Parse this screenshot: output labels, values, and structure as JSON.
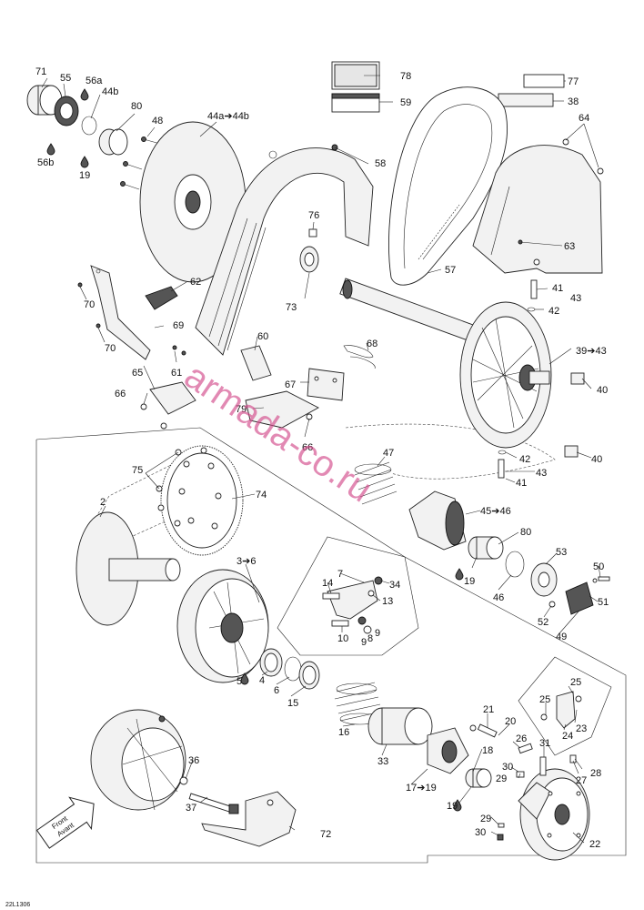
{
  "figure_code": "22L1306",
  "watermark": "armada-co.ru",
  "direction_label": {
    "line1": "Front",
    "line2": "Avant"
  },
  "decal_78_text": "",
  "decal_59_text": "",
  "decal_77_text": "",
  "callouts": [
    {
      "id": "c71",
      "text": "71"
    },
    {
      "id": "c55",
      "text": "55"
    },
    {
      "id": "c56a",
      "text": "56a"
    },
    {
      "id": "c44b",
      "text": "44b"
    },
    {
      "id": "c80a",
      "text": "80"
    },
    {
      "id": "c48",
      "text": "48"
    },
    {
      "id": "c44a",
      "text": "44a➔44b"
    },
    {
      "id": "c56b",
      "text": "56b"
    },
    {
      "id": "c19a",
      "text": "19"
    },
    {
      "id": "c78",
      "text": "78"
    },
    {
      "id": "c59",
      "text": "59"
    },
    {
      "id": "c77",
      "text": "77"
    },
    {
      "id": "c38",
      "text": "38"
    },
    {
      "id": "c64",
      "text": "64"
    },
    {
      "id": "c58",
      "text": "58"
    },
    {
      "id": "c76",
      "text": "76"
    },
    {
      "id": "c63",
      "text": "63"
    },
    {
      "id": "c57",
      "text": "57"
    },
    {
      "id": "c62",
      "text": "62"
    },
    {
      "id": "c70a",
      "text": "70"
    },
    {
      "id": "c73",
      "text": "73"
    },
    {
      "id": "c41a",
      "text": "41"
    },
    {
      "id": "c43a",
      "text": "43"
    },
    {
      "id": "c42a",
      "text": "42"
    },
    {
      "id": "c69",
      "text": "69"
    },
    {
      "id": "c70b",
      "text": "70"
    },
    {
      "id": "c60",
      "text": "60"
    },
    {
      "id": "c68",
      "text": "68"
    },
    {
      "id": "c65",
      "text": "65"
    },
    {
      "id": "c61",
      "text": "61"
    },
    {
      "id": "c39",
      "text": "39➔43"
    },
    {
      "id": "c67",
      "text": "67"
    },
    {
      "id": "c66a",
      "text": "66"
    },
    {
      "id": "c79",
      "text": "79"
    },
    {
      "id": "c40a",
      "text": "40"
    },
    {
      "id": "c66b",
      "text": "66"
    },
    {
      "id": "c47",
      "text": "47"
    },
    {
      "id": "c42b",
      "text": "42"
    },
    {
      "id": "c40b",
      "text": "40"
    },
    {
      "id": "c75",
      "text": "75"
    },
    {
      "id": "c43b",
      "text": "43"
    },
    {
      "id": "c41b",
      "text": "41"
    },
    {
      "id": "c74",
      "text": "74"
    },
    {
      "id": "c2",
      "text": "2"
    },
    {
      "id": "c45",
      "text": "45➔46"
    },
    {
      "id": "c80b",
      "text": "80"
    },
    {
      "id": "c53",
      "text": "53"
    },
    {
      "id": "c36",
      "text": "3➔6"
    },
    {
      "id": "c7",
      "text": "7"
    },
    {
      "id": "c14",
      "text": "14"
    },
    {
      "id": "c34",
      "text": "34"
    },
    {
      "id": "c13",
      "text": "13"
    },
    {
      "id": "c19b",
      "text": "19"
    },
    {
      "id": "c46",
      "text": "46"
    },
    {
      "id": "c50",
      "text": "50"
    },
    {
      "id": "c51",
      "text": "51"
    },
    {
      "id": "c52",
      "text": "52"
    },
    {
      "id": "c49",
      "text": "49"
    },
    {
      "id": "c10",
      "text": "10"
    },
    {
      "id": "c9a",
      "text": "9"
    },
    {
      "id": "c8",
      "text": "8"
    },
    {
      "id": "c9b",
      "text": "9"
    },
    {
      "id": "c5",
      "text": "5"
    },
    {
      "id": "c4",
      "text": "4"
    },
    {
      "id": "c6",
      "text": "6"
    },
    {
      "id": "c15",
      "text": "15"
    },
    {
      "id": "c25a",
      "text": "25"
    },
    {
      "id": "c25b",
      "text": "25"
    },
    {
      "id": "c21",
      "text": "21"
    },
    {
      "id": "c20",
      "text": "20"
    },
    {
      "id": "c24",
      "text": "24"
    },
    {
      "id": "c23",
      "text": "23"
    },
    {
      "id": "c16",
      "text": "16"
    },
    {
      "id": "c26",
      "text": "26"
    },
    {
      "id": "c31",
      "text": "31"
    },
    {
      "id": "c18",
      "text": "18"
    },
    {
      "id": "c33",
      "text": "33"
    },
    {
      "id": "c30a",
      "text": "30"
    },
    {
      "id": "c29a",
      "text": "29"
    },
    {
      "id": "c27",
      "text": "27"
    },
    {
      "id": "c28",
      "text": "28"
    },
    {
      "id": "c36b",
      "text": "36"
    },
    {
      "id": "c17",
      "text": "17➔19"
    },
    {
      "id": "c19c",
      "text": "19"
    },
    {
      "id": "c37",
      "text": "37"
    },
    {
      "id": "c29b",
      "text": "29"
    },
    {
      "id": "c30b",
      "text": "30"
    },
    {
      "id": "c72",
      "text": "72"
    },
    {
      "id": "c22",
      "text": "22"
    }
  ]
}
